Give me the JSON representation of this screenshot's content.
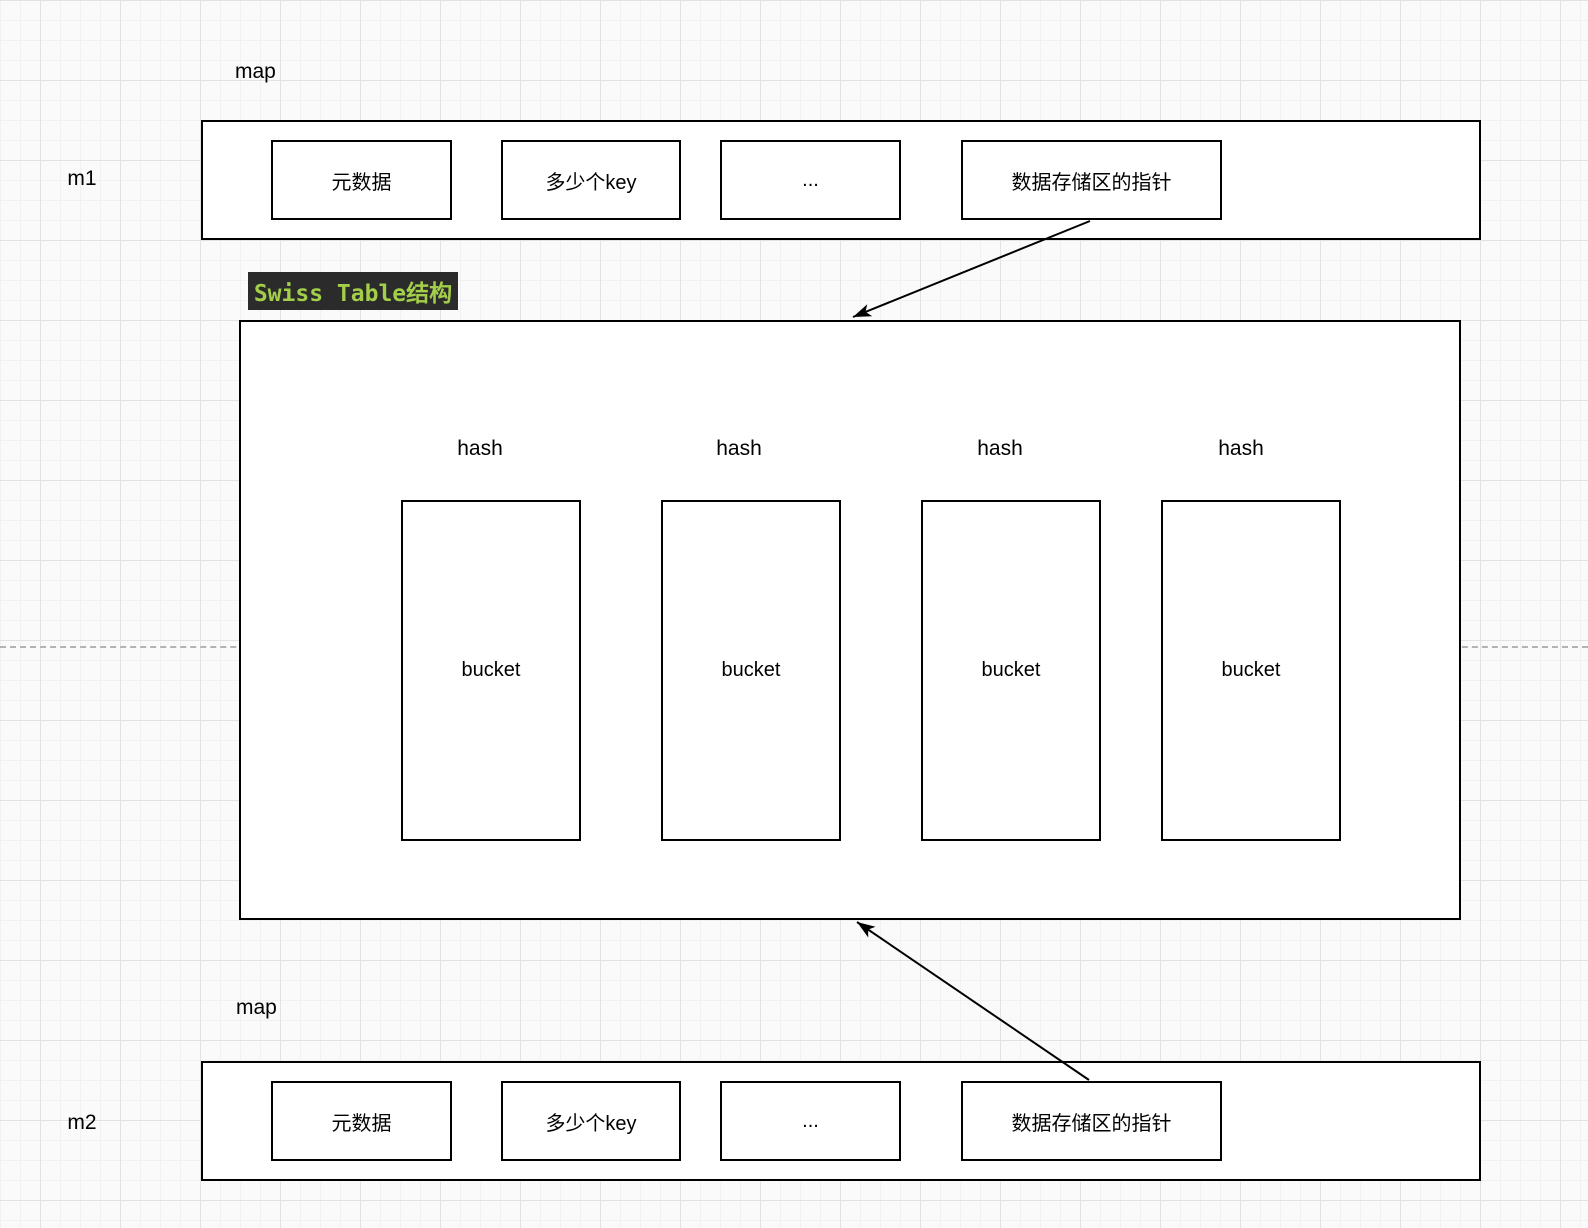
{
  "diagram": {
    "maps": [
      {
        "var_label": "m1",
        "type_label": "map",
        "cells": [
          "元数据",
          "多少个key",
          "...",
          "数据存储区的指针"
        ]
      },
      {
        "var_label": "m2",
        "type_label": "map",
        "cells": [
          "元数据",
          "多少个key",
          "...",
          "数据存储区的指针"
        ]
      }
    ],
    "swiss": {
      "title": "Swiss Table结构",
      "hash_label": "hash",
      "bucket_label": "bucket"
    },
    "colors": {
      "title_bg": "#2b2b2b",
      "title_text": "#a3ce4a",
      "stroke": "#000000",
      "dashed_line": "#b3b3b3"
    }
  }
}
